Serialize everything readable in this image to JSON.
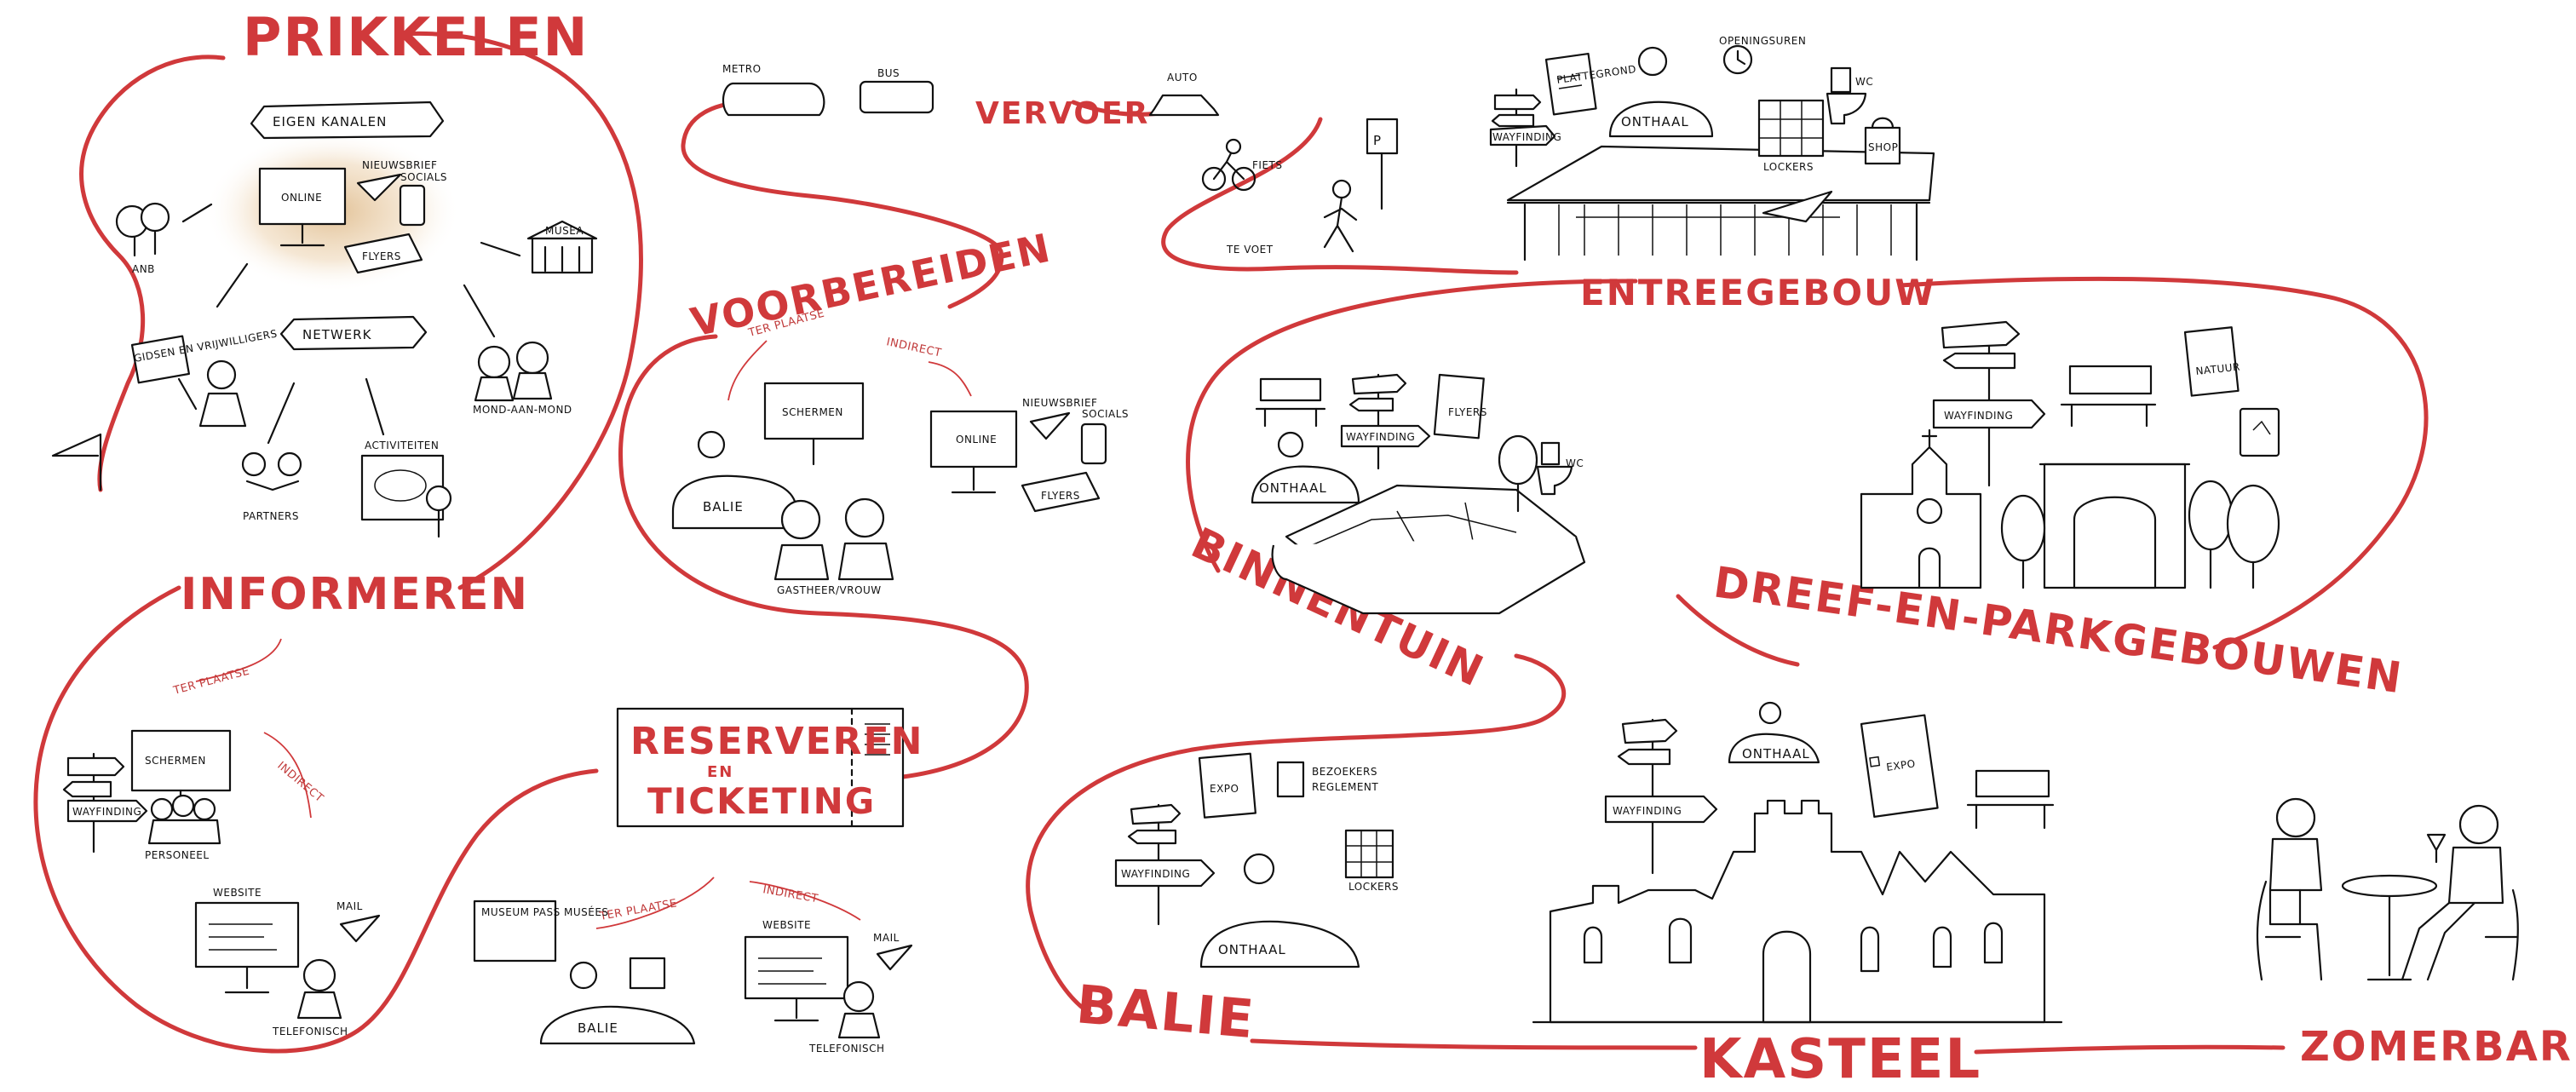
{
  "sections": {
    "prikkelen": "PRIKKELEN",
    "informeren": "INFORMEREN",
    "voorbereiden": "VOORBEREIDEN",
    "reserveren": "RESERVEREN",
    "en": "EN",
    "ticketing": "TICKETING",
    "vervoer": "VERVOER",
    "entreegebouw": "ENTREEGEBOUW",
    "binnentuin": "BINNENTUIN",
    "dreef": "DREEF-EN-PARKGEBOUWEN",
    "balie": "BALIE",
    "kasteel": "KASTEEL",
    "zomerbar": "ZOMERBAR"
  },
  "prikkelen": {
    "eigen_kanalen": "EIGEN KANALEN",
    "online": "ONLINE",
    "nieuwsbrief": "NIEUWSBRIEF",
    "socials": "SOCIALS",
    "flyers": "FLYERS",
    "netwerk": "NETWERK",
    "anb": "ANB",
    "musea": "MUSEA",
    "gidsen": "GIDSEN EN VRIJWILLIGERS",
    "mond": "MOND-AAN-MOND",
    "partners": "PARTNERS",
    "activiteiten": "ACTIVITEITEN"
  },
  "informeren": {
    "ter_plaatse": "TER PLAATSE",
    "indirect": "INDIRECT",
    "schermen": "SCHERMEN",
    "wayfinding": "WAYFINDING",
    "personeel": "PERSONEEL",
    "website": "WEBSITE",
    "mail": "MAIL",
    "telefonisch": "TELEFONISCH"
  },
  "voorbereiden": {
    "ter_plaatse": "TER PLAATSE",
    "indirect": "INDIRECT",
    "schermen": "SCHERMEN",
    "balie": "BALIE",
    "gastheer": "GASTHEER/VROUW",
    "online": "ONLINE",
    "nieuwsbrief": "NIEUWSBRIEF",
    "socials": "SOCIALS",
    "flyers": "FLYERS"
  },
  "reserveren": {
    "ter_plaatse": "TER PLAATSE",
    "indirect": "INDIRECT",
    "museumpass": "MUSEUM PASS MUSÉES",
    "balie": "BALIE",
    "website": "WEBSITE",
    "mail": "MAIL",
    "telefonisch": "TELEFONISCH"
  },
  "vervoer": {
    "metro": "METRO",
    "bus": "BUS",
    "auto": "AUTO",
    "fiets": "FIETS",
    "te_voet": "TE VOET",
    "parking": "P"
  },
  "entree": {
    "onthaal": "ONTHAAL",
    "lockers": "LOCKERS",
    "shop": "SHOP",
    "wc": "WC",
    "wayfinding": "WAYFINDING",
    "openingsuren": "OPENINGSUREN",
    "plattegrond": "PLATTEGROND"
  },
  "binnentuin": {
    "onthaal": "ONTHAAL",
    "wayfinding": "WAYFINDING",
    "flyers": "FLYERS",
    "wc": "WC"
  },
  "dreef": {
    "wayfinding": "WAYFINDING",
    "natuur": "NATUUR"
  },
  "balie_area": {
    "wayfinding": "WAYFINDING",
    "expo": "EXPO",
    "bezoekers": "BEZOEKERS",
    "reglement": "REGLEMENT",
    "lockers": "LOCKERS",
    "onthaal": "ONTHAAL"
  },
  "kasteel_area": {
    "onthaal": "ONTHAAL",
    "wayfinding": "WAYFINDING",
    "expo": "EXPO"
  },
  "colors": {
    "accent": "#d0393b",
    "ink": "#111111",
    "glow": "#e6c9a0"
  }
}
